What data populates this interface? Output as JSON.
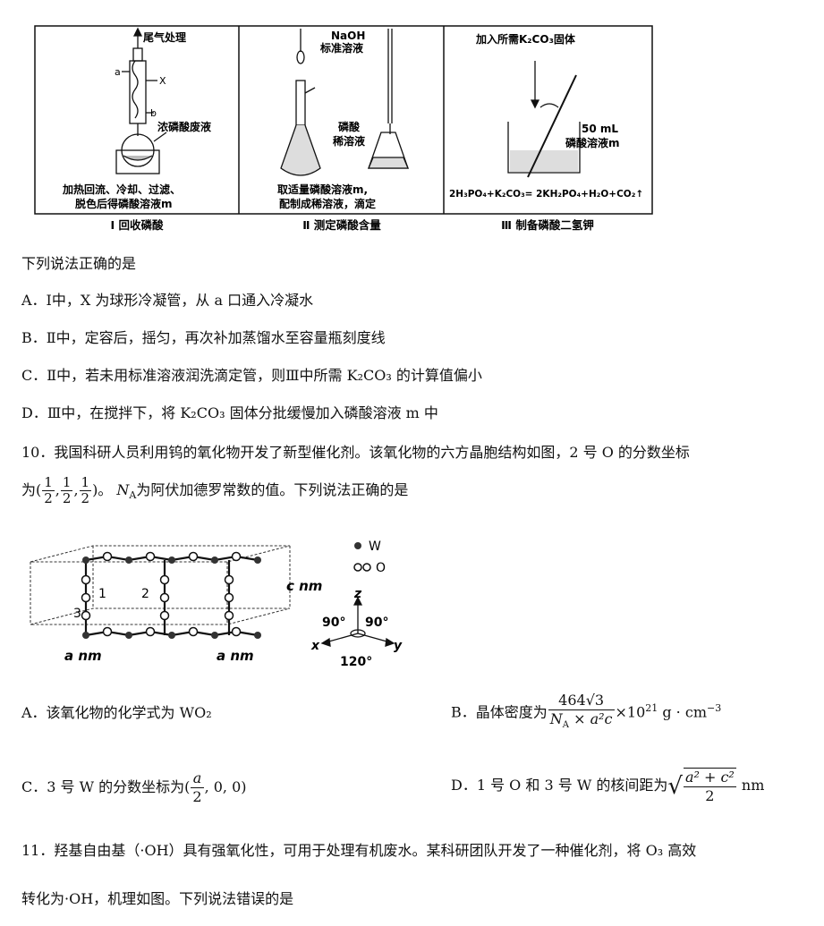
{
  "figure1": {
    "panel1": {
      "exhaust": "尾气处理",
      "label_a": "a",
      "label_b": "b",
      "label_x": "X",
      "waste": "浓磷酸废液",
      "desc1": "加热回流、冷却、过滤、",
      "desc2": "脱色后得磷酸溶液m",
      "caption": "Ⅰ 回收磷酸"
    },
    "panel2": {
      "naoh1": "NaOH",
      "naoh2": "标准溶液",
      "dilute1": "磷酸",
      "dilute2": "稀溶液",
      "desc1": "取适量磷酸溶液m,",
      "desc2": "配制成稀溶液，滴定",
      "caption": "Ⅱ 测定磷酸含量"
    },
    "panel3": {
      "add": "加入所需K₂CO₃固体",
      "vol1": "50 mL",
      "vol2": "磷酸溶液m",
      "equation": "2H₃PO₄+K₂CO₃= 2KH₂PO₄+H₂O+CO₂↑",
      "caption": "Ⅲ 制备磷酸二氢钾"
    }
  },
  "q9": {
    "stem": "下列说法正确的是",
    "A": "A．Ⅰ中，X 为球形冷凝管，从 a 口通入冷凝水",
    "B": "B．Ⅱ中，定容后，摇匀，再次补加蒸馏水至容量瓶刻度线",
    "C": "C．Ⅱ中，若未用标准溶液润洗滴定管，则Ⅲ中所需 K₂CO₃ 的计算值偏小",
    "D": "D．Ⅲ中，在搅拌下，将 K₂CO₃ 固体分批缓慢加入磷酸溶液 m 中"
  },
  "q10": {
    "stem1": "10．我国科研人员利用钨的氧化物开发了新型催化剂。该氧化物的六方晶胞结构如图，2 号 O 的分数坐标",
    "stem2_pre": "为(",
    "one": "1",
    "two": "2",
    "stem2_post": ")。",
    "na": "N",
    "na_sub": "A",
    "stem2_tail": "为阿伏加德罗常数的值。下列说法正确的是",
    "fig": {
      "legend_w": "W",
      "legend_o": "O",
      "c_label": "c nm",
      "a_label1": "a nm",
      "a_label2": "a nm",
      "n1": "1",
      "n2": "2",
      "n3": "3",
      "z": "z",
      "x": "x",
      "y": "y",
      "ang1": "90°",
      "ang2": "90°",
      "ang3": "120°"
    },
    "A": "A．该氧化物的化学式为 WO₂",
    "B_pre": "B．晶体密度为",
    "B_num": "464√3",
    "B_den": "N",
    "B_den_sub": "A",
    "B_den_post": " × a²c",
    "B_post": "×10",
    "B_exp": "21",
    "B_unit": " g · cm",
    "B_unit_exp": "−3",
    "C_pre": "C．3 号 W 的分数坐标为(",
    "C_num": "a",
    "C_den": "2",
    "C_post": ", 0, 0)",
    "D_pre": "D．1 号 O 和 3 号 W 的核间距为",
    "D_num": "a² + c²",
    "D_den": "2",
    "D_post": " nm"
  },
  "q11": {
    "line1": "11．羟基自由基（·OH）具有强氧化性，可用于处理有机废水。某科研团队开发了一种催化剂，将 O₃ 高效",
    "line2": "转化为·OH，机理如图。下列说法错误的是"
  }
}
